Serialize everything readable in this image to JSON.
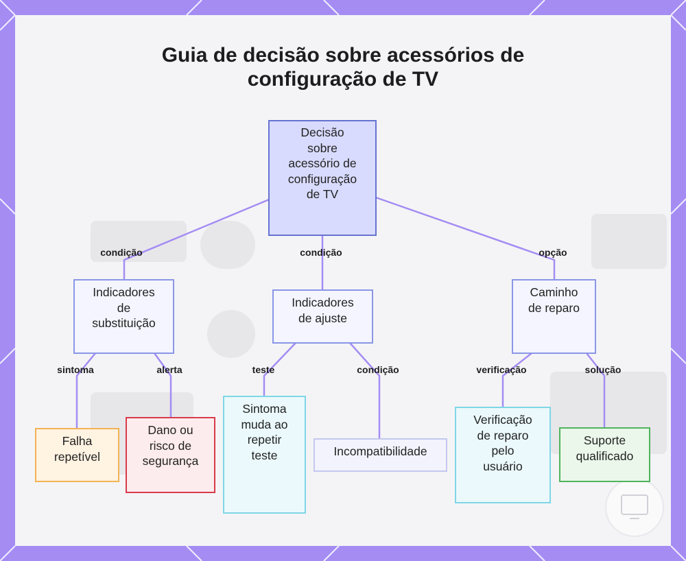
{
  "title": {
    "line1": "Guia de decisão sobre acessórios de",
    "line2": "configuração de TV"
  },
  "nodes": {
    "root": [
      "Decisão",
      "sobre",
      "acessório de",
      "configuração",
      "de TV"
    ],
    "substituicao": [
      "Indicadores",
      "de",
      "substituição"
    ],
    "ajuste": [
      "Indicadores",
      "de ajuste"
    ],
    "reparo": [
      "Caminho",
      "de reparo"
    ],
    "falha": [
      "Falha",
      "repetível"
    ],
    "dano": [
      "Dano ou",
      "risco de",
      "segurança"
    ],
    "sintoma": [
      "Sintoma",
      "muda ao",
      "repetir",
      "teste"
    ],
    "incompat": [
      "Incompatibilidade"
    ],
    "verificacao": [
      "Verificação",
      "de reparo",
      "pelo",
      "usuário"
    ],
    "suporte": [
      "Suporte",
      "qualificado"
    ]
  },
  "edge_labels": {
    "root_substituicao": "condição",
    "root_ajuste": "condição",
    "root_reparo": "opção",
    "sub_falha": "sintoma",
    "sub_dano": "alerta",
    "aj_sintoma": "teste",
    "aj_incompat": "condição",
    "rep_verificacao": "verificação",
    "rep_suporte": "solução"
  },
  "colors": {
    "background": "#a48cf3",
    "edge": "#a48cf3",
    "root_fill": "#d8dbfd",
    "root_border": "#6672d0",
    "indigo_fill": "#f4f5fe",
    "indigo_border": "#8a96e6",
    "orange_fill": "#fff3e2",
    "orange_border": "#f3b354",
    "red_fill": "#fdeced",
    "red_border": "#d93a4a",
    "cyan_fill": "#ebf9fc",
    "cyan_border": "#7fd6e6",
    "lavender_fill": "#f2f3fc",
    "lavender_border": "#c4c8ee",
    "green_fill": "#eaf7ea",
    "green_border": "#4fb45a"
  }
}
